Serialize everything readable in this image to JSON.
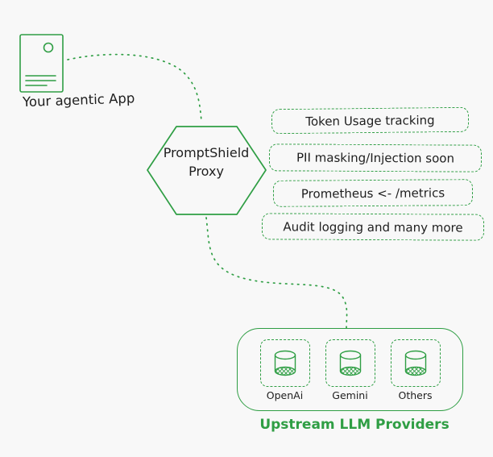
{
  "colors": {
    "green": "#2f9e44",
    "ink": "#1e1e1e",
    "background": "#f8f8f8"
  },
  "app": {
    "label": "Your agentic App",
    "icon": "app-document-icon"
  },
  "proxy": {
    "line1": "PromptShield",
    "line2": "Proxy"
  },
  "features": [
    {
      "label": "Token Usage tracking"
    },
    {
      "label": "PII masking/Injection soon"
    },
    {
      "label": "Prometheus <- /metrics"
    },
    {
      "label": "Audit logging and many more"
    }
  ],
  "providers": {
    "items": [
      {
        "label": "OpenAi",
        "icon": "database-icon"
      },
      {
        "label": "Gemini",
        "icon": "database-icon"
      },
      {
        "label": "Others",
        "icon": "database-icon"
      }
    ],
    "caption": "Upstream LLM Providers"
  }
}
